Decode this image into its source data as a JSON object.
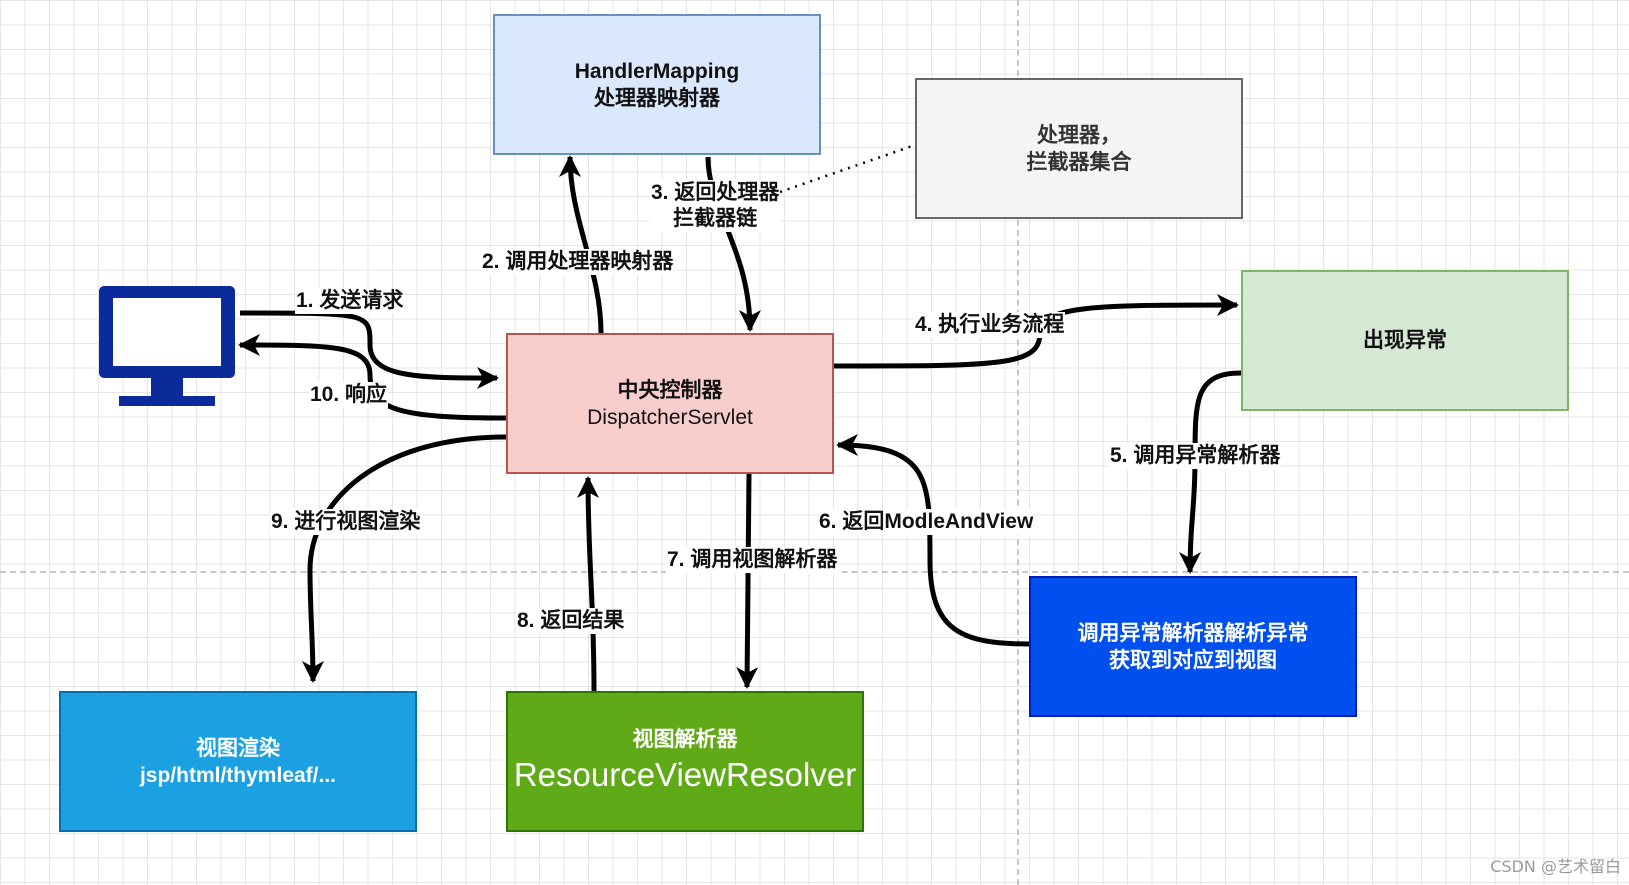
{
  "nodes": {
    "handler_mapping": {
      "line1": "HandlerMapping",
      "line2": "处理器映射器"
    },
    "interceptor_chain": {
      "line1": "处理器，",
      "line2": "拦截器集合"
    },
    "dispatcher": {
      "line1": "中央控制器",
      "line2": "DispatcherServlet"
    },
    "exception": {
      "line1": "出现异常"
    },
    "exception_resolver": {
      "line1": "调用异常解析器解析异常",
      "line2": "获取到对应到视图"
    },
    "view_render": {
      "line1": "视图渲染",
      "line2": "jsp/html/thymleaf/..."
    },
    "view_resolver": {
      "line1": "视图解析器",
      "line2": "ResourceViewResolver"
    }
  },
  "edges": {
    "e1": "1. 发送请求",
    "e2": "2. 调用处理器映射器",
    "e3_line1": "3. 返回处理器",
    "e3_line2": "拦截器链",
    "e4": "4. 执行业务流程",
    "e5": "5. 调用异常解析器",
    "e6": "6. 返回ModleAndView",
    "e7": "7. 调用视图解析器",
    "e8": "8. 返回结果",
    "e9": "9. 进行视图渲染",
    "e10": "10. 响应"
  },
  "icons": {
    "client": "monitor-icon"
  },
  "watermark": "CSDN @艺术留白",
  "colors": {
    "handler_mapping_fill": "#dae8fc",
    "interceptor_fill": "#f5f5f5",
    "dispatcher_fill": "#f8cecc",
    "exception_fill": "#d5e8d4",
    "exception_resolver_fill": "#0050ef",
    "view_render_fill": "#1ba1e2",
    "view_resolver_fill": "#60a917",
    "monitor": "#0c2b9a"
  }
}
